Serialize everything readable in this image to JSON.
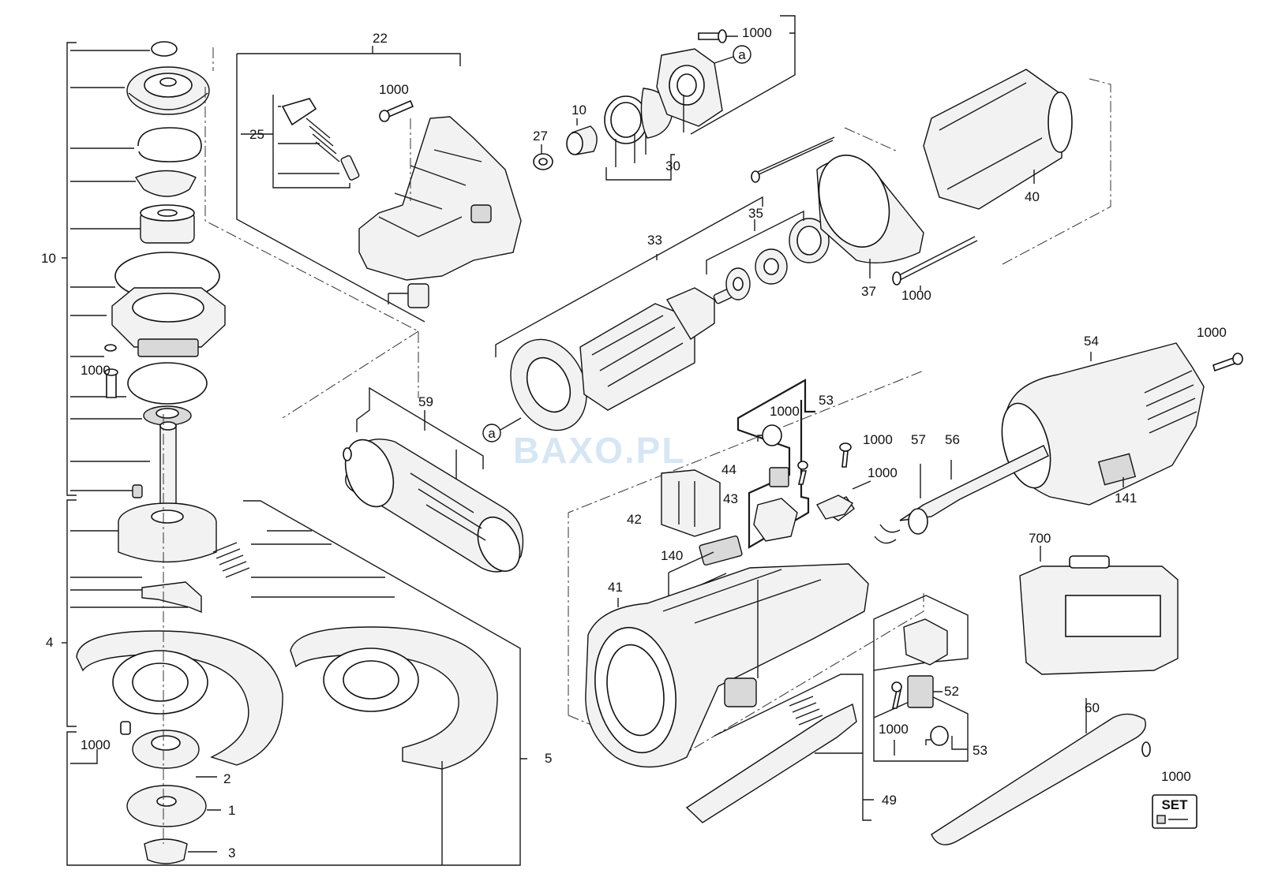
{
  "watermark": "BAXO.PL",
  "set_box_label": "SET",
  "callout_letters": [
    "a",
    "a"
  ],
  "labels": {
    "l_10": "10",
    "l_4": "4",
    "l_5": "5",
    "l_1": "1",
    "l_2": "2",
    "l_3": "3",
    "l_1000_left_a": "1000",
    "l_1000_left_b": "1000",
    "l_22": "22",
    "l_25": "25",
    "l_1000_gear": "1000",
    "l_27": "27",
    "l_10_b": "10",
    "l_30": "30",
    "l_1000_top": "1000",
    "l_40": "40",
    "l_37": "37",
    "l_35": "35",
    "l_33": "33",
    "l_1000_screw": "1000",
    "l_59": "59",
    "l_53_a": "53",
    "l_1000_53": "1000",
    "l_44": "44",
    "l_42": "42",
    "l_43": "43",
    "l_140": "140",
    "l_41": "41",
    "l_1000_57": "1000",
    "l_57": "57",
    "l_56": "56",
    "l_1000_cord": "1000",
    "l_54": "54",
    "l_1000_54": "1000",
    "l_141": "141",
    "l_700": "700",
    "l_52": "52",
    "l_1000_52": "1000",
    "l_53_b": "53",
    "l_49": "49",
    "l_60": "60",
    "l_1000_set": "1000"
  }
}
